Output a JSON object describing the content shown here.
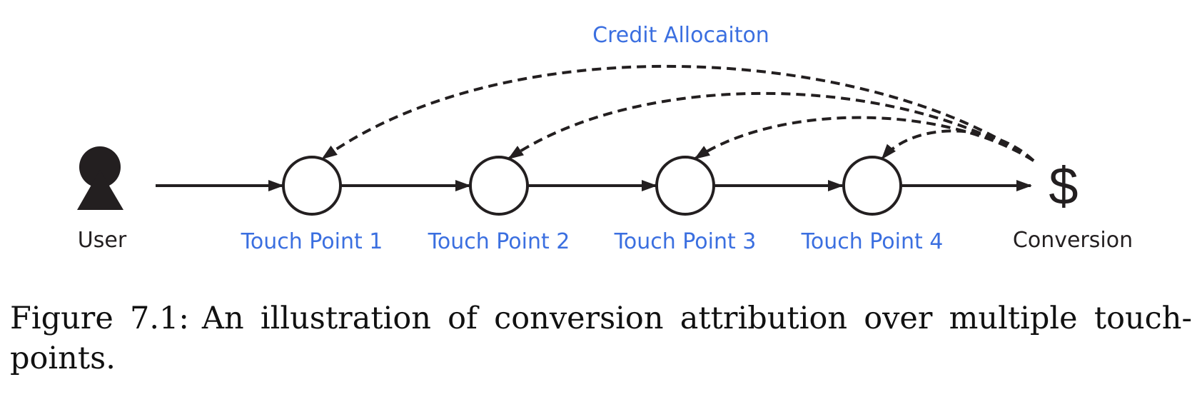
{
  "diagram": {
    "user_label": "User",
    "conversion_label": "Conversion",
    "conversion_symbol": "$",
    "credit_label": "Credit Allocaiton",
    "touch_points": [
      {
        "label": "Touch Point 1"
      },
      {
        "label": "Touch Point 2"
      },
      {
        "label": "Touch Point 3"
      },
      {
        "label": "Touch Point 4"
      }
    ],
    "colors": {
      "accent_blue": "#3b6fe0",
      "ink": "#231f20"
    }
  },
  "caption": {
    "figure_number": "Figure 7.1:",
    "text": "An illustration of conversion attribution over multiple touch-points."
  }
}
